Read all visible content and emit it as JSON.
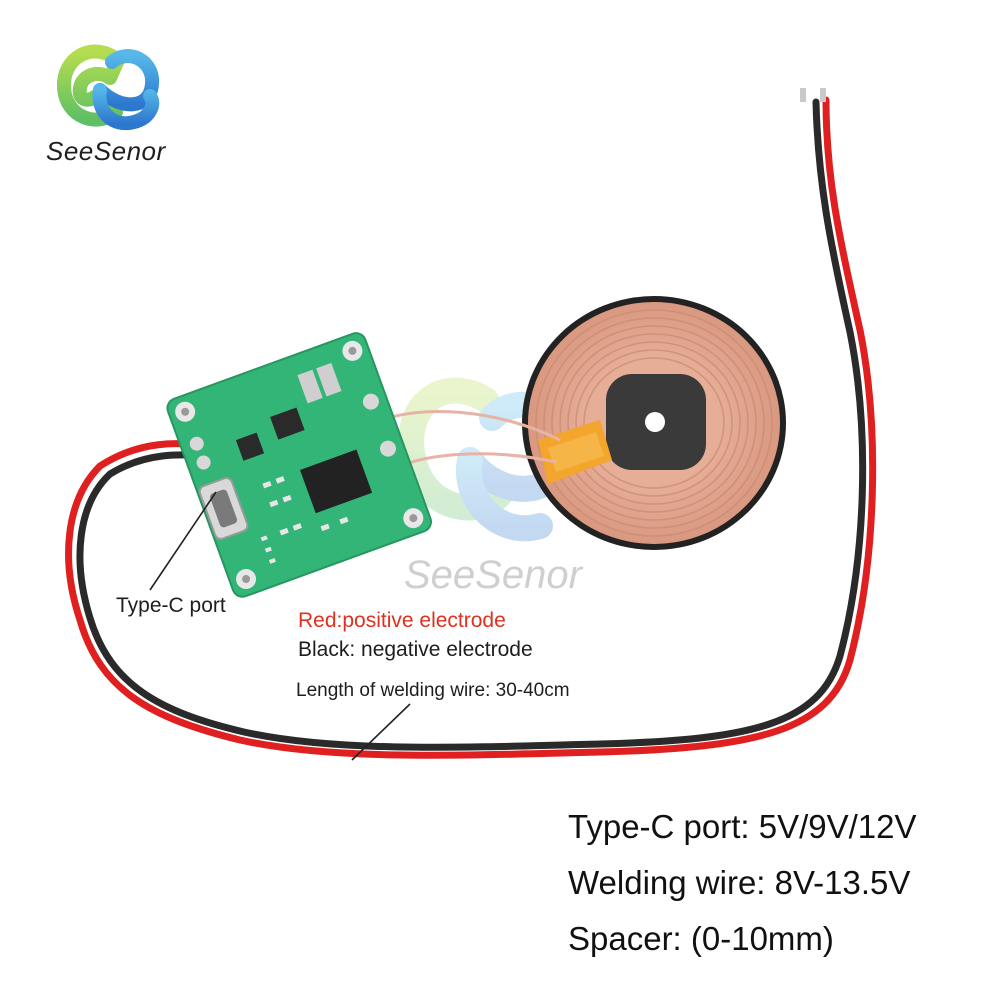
{
  "brand": {
    "logo_text": "SeeSenor",
    "logo_icon": "seesenor-logo-icon",
    "colors": {
      "green": "#8ccf4a",
      "blue": "#3f8fd9"
    }
  },
  "watermark": {
    "text": "SeeSenor"
  },
  "callouts": {
    "typec_port": "Type-C port",
    "red_wire": "Red:positive electrode",
    "black_wire": "Black: negative electrode",
    "wire_length": "Length of welding wire: 30-40cm"
  },
  "specs": [
    "Type-C port: 5V/9V/12V",
    "Welding wire: 8V-13.5V",
    "Spacer: (0-10mm)"
  ],
  "colors": {
    "pcb": "#33b577",
    "coil": "#e9b29c",
    "red_wire": "#e02020",
    "black_wire": "#2a2a2a",
    "label_red": "#e0301e"
  }
}
